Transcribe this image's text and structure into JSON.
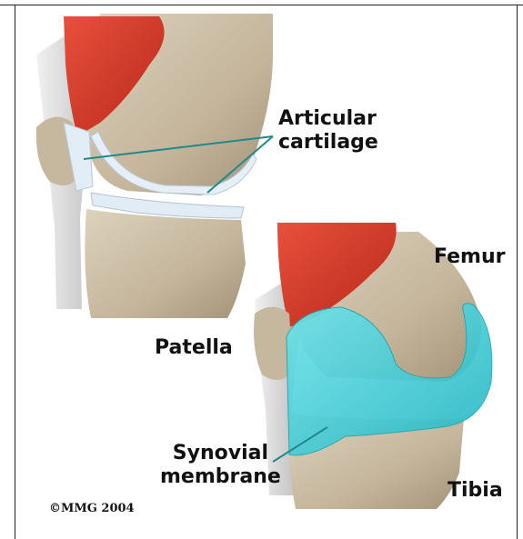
{
  "labels": {
    "articular_line1": "Articular",
    "articular_line2": "cartilage",
    "femur": "Femur",
    "patella": "Patella",
    "synovial_line1": "Synovial",
    "synovial_line2": "membrane",
    "tibia": "Tibia"
  },
  "copyright": "©MMG 2004",
  "colors": {
    "bone": "#c9bca3",
    "bone_shadow": "#9e9180",
    "muscle": "#d63a2a",
    "cartilage": "#dfeaf4",
    "synovial": "#3fd1dc",
    "leader": "#1f8a8a"
  }
}
